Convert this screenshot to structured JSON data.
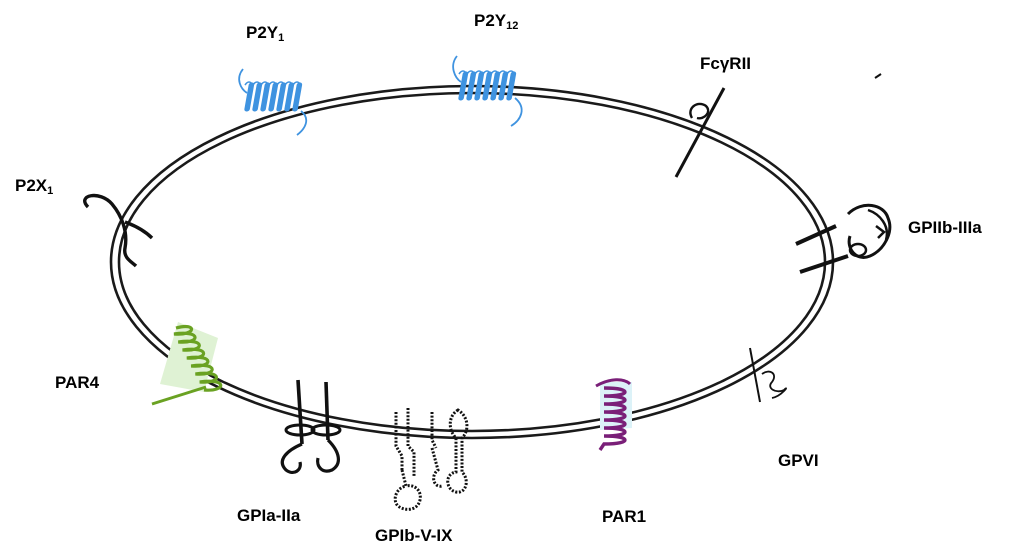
{
  "colors": {
    "membrane": "#1a1a1a",
    "p2y": "#3f93e0",
    "par4": "#6aa222",
    "par4_fill": "#dff2d4",
    "par1": "#7a1f78",
    "par1_fill": "#dcf2f8",
    "receptor": "#111111"
  },
  "receptors": {
    "p2y1": {
      "name": "P2Y",
      "sub": "1",
      "icon": "gpcr-icon"
    },
    "p2y12": {
      "name": "P2Y",
      "sub": "12",
      "icon": "gpcr-icon"
    },
    "fcgrii": {
      "name": "FcγRII",
      "icon": "single-pass-receptor-icon"
    },
    "p2x1": {
      "name": "P2X",
      "sub": "1",
      "icon": "ion-channel-icon"
    },
    "gpiib_iiia": {
      "name": "GPIIb-IIIa",
      "icon": "integrin-icon"
    },
    "par4": {
      "name": "PAR4",
      "icon": "gpcr-icon"
    },
    "gpvi": {
      "name": "GPVI",
      "icon": "immunoglobulin-receptor-icon"
    },
    "gpia_iia": {
      "name": "GPIa-IIa",
      "icon": "integrin-icon"
    },
    "gpib_v_ix": {
      "name": "GPIb-V-IX",
      "icon": "glycoprotein-complex-icon"
    },
    "par1": {
      "name": "PAR1",
      "icon": "gpcr-icon"
    }
  }
}
